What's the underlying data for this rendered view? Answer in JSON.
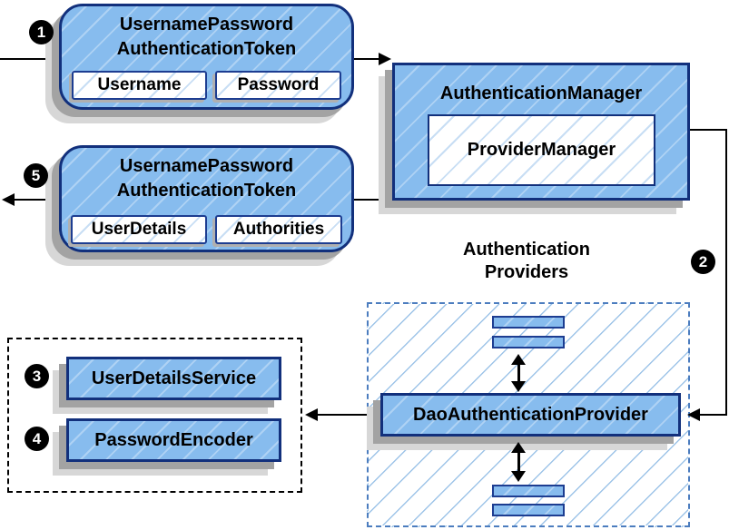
{
  "colors": {
    "node_fill": "#87BCEE",
    "node_border": "#12307C",
    "field_border": "#1D3D91",
    "dashed_border": "#4C7DBF",
    "hatch_blue": "#9EC4E8",
    "hatch_light": "#C8DEF4",
    "line_color": "#000000",
    "shadow_dark": "#a3a3a3",
    "shadow_light": "#d7d7d7"
  },
  "steps": {
    "s1": "1",
    "s2": "2",
    "s3": "3",
    "s4": "4",
    "s5": "5"
  },
  "token_request": {
    "title_line1": "UsernamePassword",
    "title_line2": "AuthenticationToken",
    "fields": [
      "Username",
      "Password"
    ]
  },
  "authentication_manager": {
    "title": "AuthenticationManager",
    "inner_label": "ProviderManager"
  },
  "token_result": {
    "title_line1": "UsernamePassword",
    "title_line2": "AuthenticationToken",
    "fields": [
      "UserDetails",
      "Authorities"
    ]
  },
  "providers_group": {
    "label_line1": "Authentication",
    "label_line2": "Providers",
    "dao_label": "DaoAuthenticationProvider"
  },
  "beans_group": {
    "user_details_service": "UserDetailsService",
    "password_encoder": "PasswordEncoder"
  }
}
